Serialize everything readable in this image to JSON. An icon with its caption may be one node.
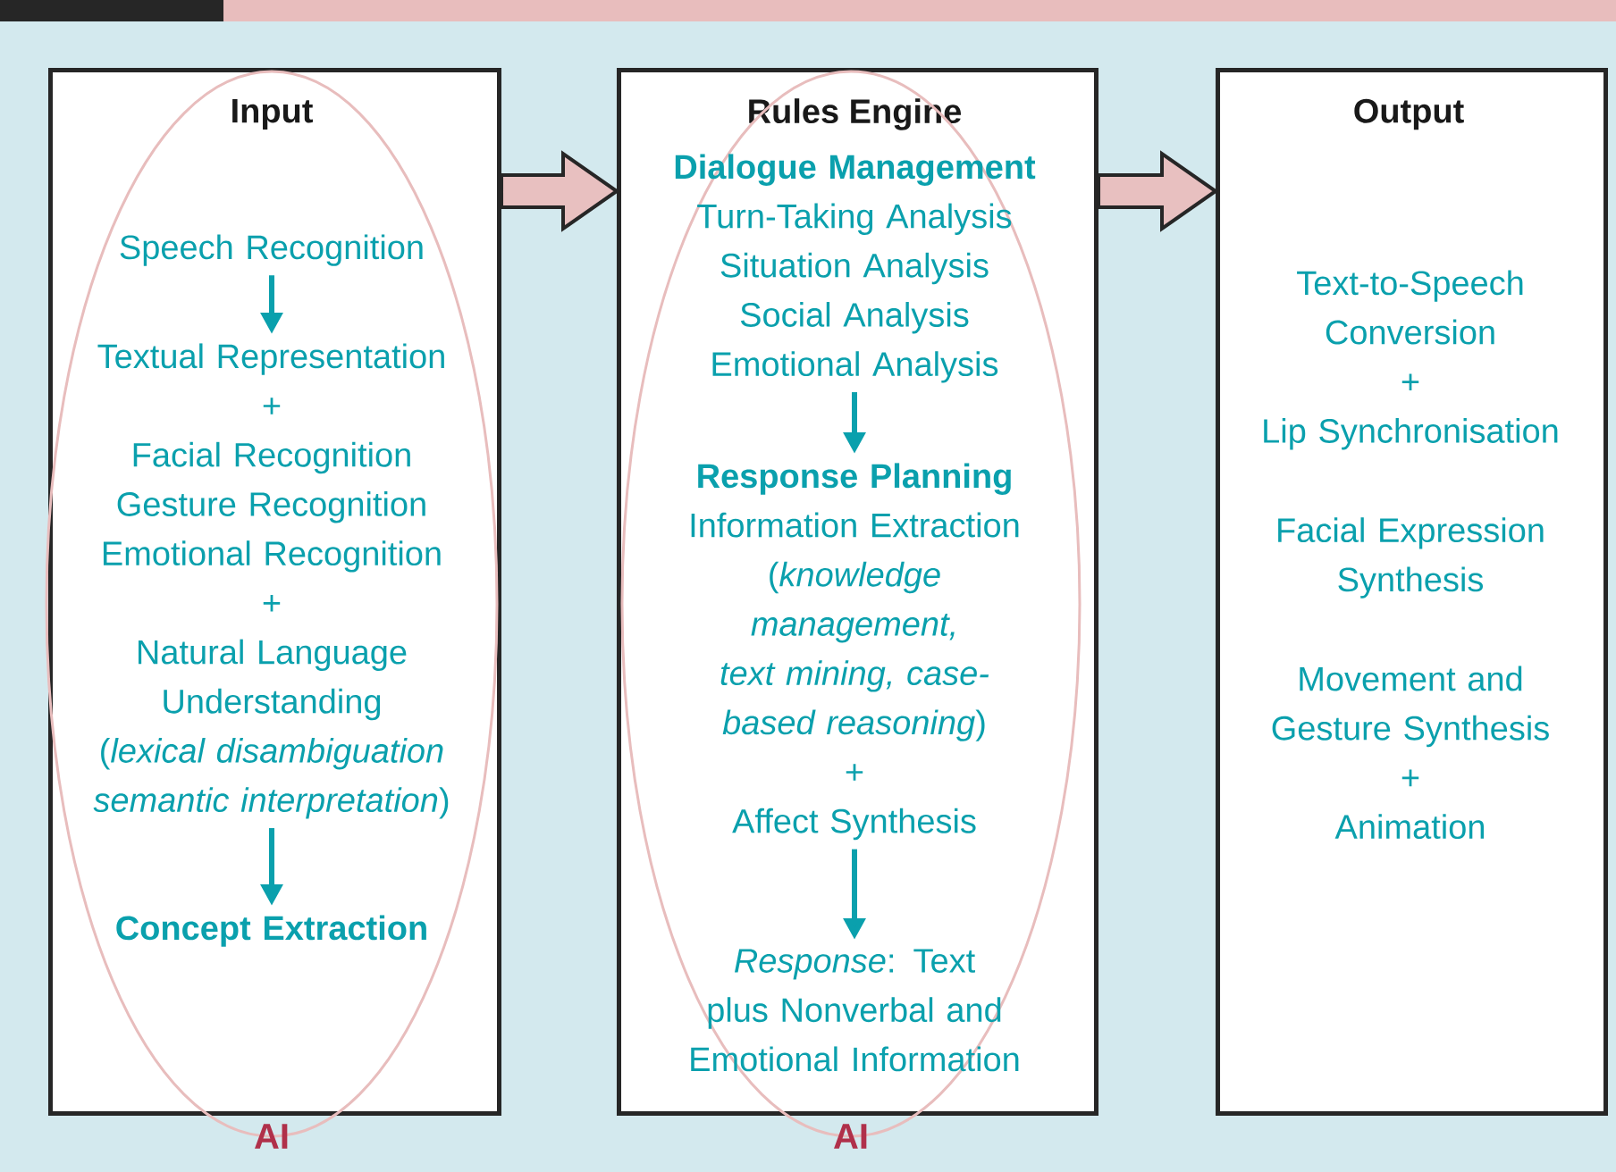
{
  "diagram": {
    "nodes": [
      {
        "text": [
          "Input"
        ]
      },
      {
        "text": [
          "Speech Recognition"
        ],
        "in": 0
      },
      {
        "text": [
          "Textual Representation",
          "+",
          "Facial Recognition",
          "Gesture Recognition",
          "Emotional Recognition",
          "+",
          "Natural Language Understanding",
          "(*lexical disambiguation semantic interpretation*)"
        ],
        "in": 0
      },
      {
        "text": [
          "Concept Extraction"
        ],
        "in": 0
      },
      {
        "text": [
          "Rules Engine"
        ]
      },
      {
        "text": [
          "Dialogue Management",
          "Turn-Taking Analysis",
          "Situation Analysis",
          "Social Analysis",
          "Emotional Analysis"
        ],
        "in": 4
      },
      {
        "text": [
          "Response Planning",
          "Information Extraction",
          "(*knowledge management, text mining, case-based reasoning*)",
          "+",
          "Affect Synthesis"
        ],
        "in": 4
      },
      {
        "text": [
          "*Response*: Text plus Nonverbal and Emotional Information"
        ],
        "in": 4
      },
      {
        "text": [
          "Output",
          "Text-to-Speech Conversion",
          "+",
          "Lip Synchronisation",
          "Facial Expression Synthesis",
          "Movement and Gesture Synthesis",
          "+",
          "Animation"
        ]
      }
    ],
    "edges": [
      {
        "from": 0,
        "to": 4,
        "arrow": "to",
        "style": "thick",
        "color": "#e8c0c0"
      },
      {
        "from": 4,
        "to": 8,
        "arrow": "to",
        "style": "thick",
        "color": "#e8c0c0"
      },
      {
        "from": 1,
        "to": 2,
        "arrow": "to"
      },
      {
        "from": 2,
        "to": 3,
        "arrow": "to"
      },
      {
        "from": 5,
        "to": 6,
        "arrow": "to"
      },
      {
        "from": 6,
        "to": 7,
        "arrow": "to"
      }
    ],
    "labels": [
      "AI",
      "AI"
    ]
  }
}
